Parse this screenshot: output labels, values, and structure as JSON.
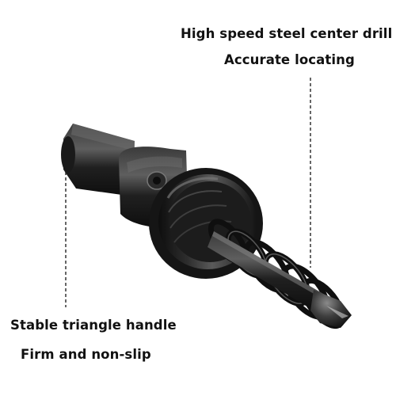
{
  "annotations": {
    "top_line1": "High speed steel center drill",
    "top_line2": "Accurate locating",
    "bottom_line1": "Stable triangle handle",
    "bottom_line2": "Firm and non-slip"
  },
  "illustration": {
    "subject": "hex-shank-center-drill-with-spring",
    "body_color": "#1c1c1c",
    "highlight_color": "#6a6a6a",
    "leader_color": "#333333"
  }
}
